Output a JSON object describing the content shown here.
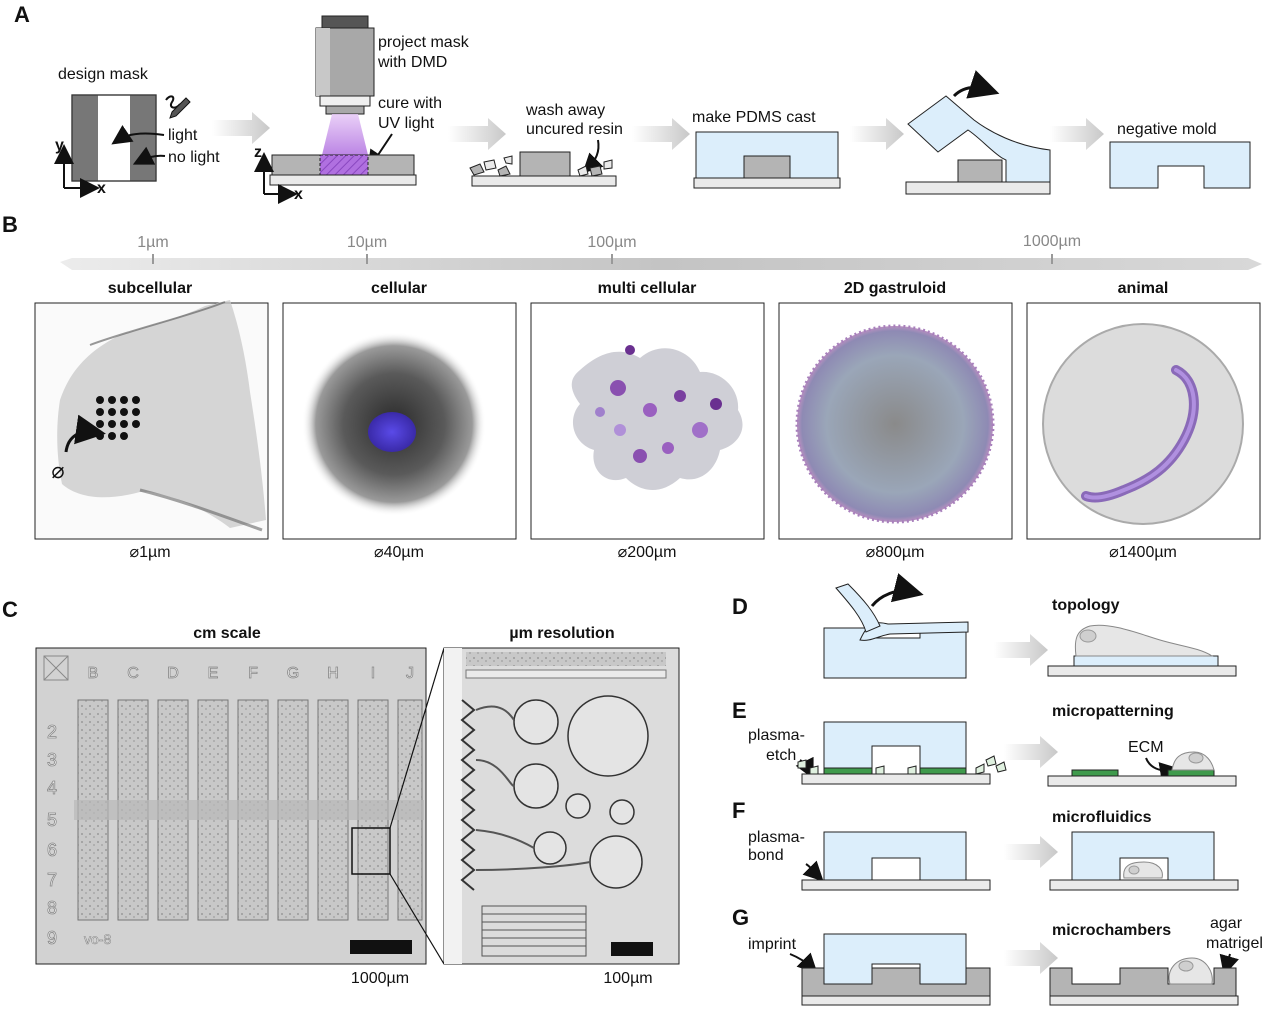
{
  "panels": {
    "a": {
      "letter": "A",
      "design_mask": "design mask",
      "light": "light",
      "no_light": "no light",
      "axis_y": "y",
      "axis_x": "x",
      "axis_z": "z",
      "axis_x2": "x",
      "project_mask_1": "project mask",
      "project_mask_2": "with DMD",
      "cure_1": "cure with",
      "cure_2": "UV light",
      "wash_1": "wash away",
      "wash_2": "uncured resin",
      "pdms": "make PDMS cast",
      "negative": "negative mold"
    },
    "b": {
      "letter": "B",
      "scale_ticks": [
        "1µm",
        "10µm",
        "100µm",
        "1000µm"
      ],
      "categories": [
        "subcellular",
        "cellular",
        "multi cellular",
        "2D gastruloid",
        "animal"
      ],
      "diameters": [
        "⌀1µm",
        "⌀40µm",
        "⌀200µm",
        "⌀800µm",
        "⌀1400µm"
      ],
      "inset_symbol": "⌀"
    },
    "c": {
      "letter": "C",
      "title_left": "cm scale",
      "title_right": "µm resolution",
      "scalebar_left": "1000µm",
      "scalebar_right": "100µm",
      "column_letters": [
        "B",
        "C",
        "D",
        "E",
        "F",
        "G",
        "H",
        "I",
        "J"
      ],
      "row_numbers": [
        "2",
        "3",
        "4",
        "5",
        "6",
        "7",
        "8",
        "9"
      ],
      "chip_code": "vo-8"
    },
    "d": {
      "letter": "D",
      "title": "topology"
    },
    "e": {
      "letter": "E",
      "label_1": "plasma-",
      "label_2": "etch",
      "title": "micropatterning",
      "ecm": "ECM"
    },
    "f": {
      "letter": "F",
      "label_1": "plasma-",
      "label_2": "bond",
      "title": "microfluidics"
    },
    "g": {
      "letter": "G",
      "label": "imprint",
      "title": "microchambers",
      "agar_1": "agar",
      "agar_2": "matrigel"
    }
  },
  "colors": {
    "pdms_blue": "#dceefb",
    "resin_gray": "#b4b4b4",
    "uv_purple": "#b070e0",
    "ecm_green": "#3f9a4c",
    "arrow_gray": "#d0d0d0"
  }
}
